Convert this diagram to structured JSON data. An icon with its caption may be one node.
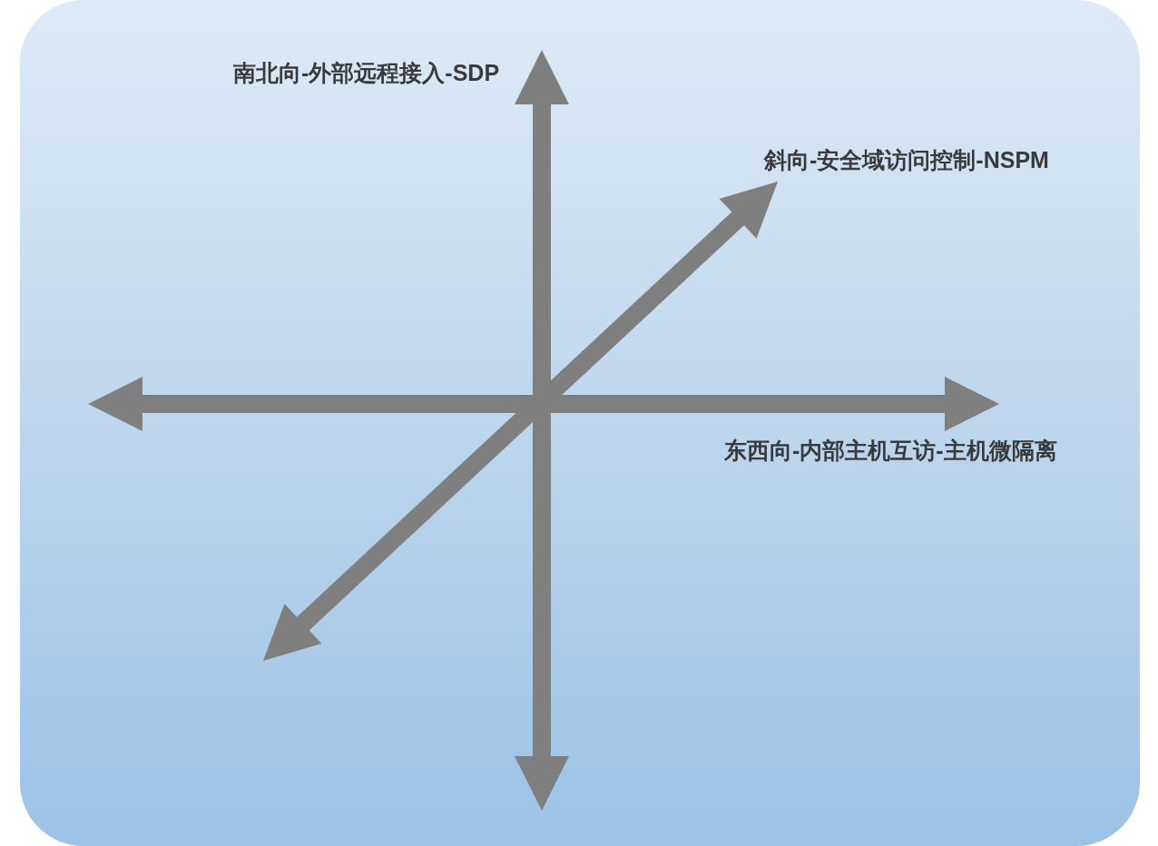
{
  "diagram": {
    "labels": [
      "南北向-外部远程接入-SDP",
      "斜向-安全域访问控制-NSPM",
      "东西向-内部主机互访-主机微隔离"
    ]
  }
}
